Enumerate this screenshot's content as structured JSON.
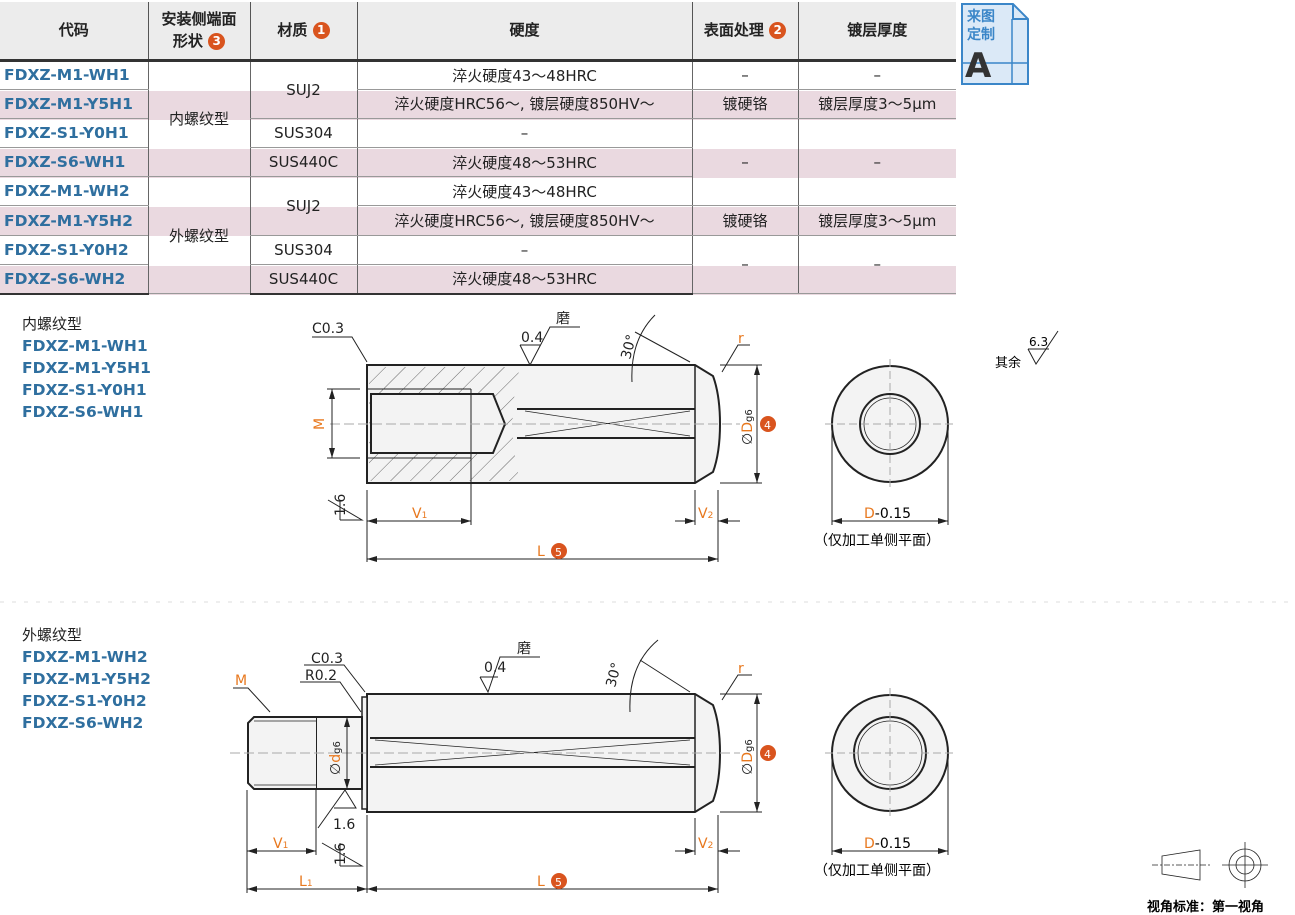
{
  "table": {
    "headers": {
      "code": "代码",
      "shape_line1": "安装侧端面",
      "shape_line2": "形状",
      "material": "材质",
      "hardness": "硬度",
      "surface": "表面处理",
      "thickness": "镀层厚度"
    },
    "header_badges": {
      "material": "1",
      "shape": "3",
      "surface": "2"
    },
    "rows": [
      {
        "code": "FDXZ-M1-WH1",
        "hardness": "淬火硬度43～48HRC"
      },
      {
        "code": "FDXZ-M1-Y5H1",
        "hardness": "淬火硬度HRC56～, 镀层硬度850HV～"
      },
      {
        "code": "FDXZ-S1-Y0H1",
        "hardness": "–"
      },
      {
        "code": "FDXZ-S6-WH1",
        "hardness": "淬火硬度48～53HRC"
      },
      {
        "code": "FDXZ-M1-WH2",
        "hardness": "淬火硬度43～48HRC"
      },
      {
        "code": "FDXZ-M1-Y5H2",
        "hardness": "淬火硬度HRC56～, 镀层硬度850HV～"
      },
      {
        "code": "FDXZ-S1-Y0H2",
        "hardness": "–"
      },
      {
        "code": "FDXZ-S6-WH2",
        "hardness": "淬火硬度48～53HRC"
      }
    ],
    "shape_internal": "内螺纹型",
    "shape_external": "外螺纹型",
    "mat_suj2": "SUJ2",
    "mat_sus304": "SUS304",
    "mat_sus440c": "SUS440C",
    "dash": "–",
    "chrome": "镀硬铬",
    "thick": "镀层厚度3～5μm"
  },
  "badge": {
    "line1": "来图",
    "line2": "定制",
    "letter": "A"
  },
  "section1": {
    "title": "内螺纹型",
    "codes": [
      "FDXZ-M1-WH1",
      "FDXZ-M1-Y5H1",
      "FDXZ-S1-Y0H1",
      "FDXZ-S6-WH1"
    ]
  },
  "section2": {
    "title": "外螺纹型",
    "codes": [
      "FDXZ-M1-WH2",
      "FDXZ-M1-Y5H2",
      "FDXZ-S1-Y0H2",
      "FDXZ-S6-WH2"
    ]
  },
  "drawing": {
    "c03": "C0.3",
    "r02": "R0.2",
    "rough04": "0.4",
    "grind": "磨",
    "angle": "30°",
    "r": "r",
    "M": "M",
    "dia": "∅",
    "D": "D",
    "g6": "g6",
    "d": "d",
    "V1": "V",
    "V2": "V",
    "sub1": "1",
    "sub2": "2",
    "L": "L",
    "L1": "L",
    "rough16": "1.6",
    "tol": "-0.15",
    "note": "（仅加工单侧平面）",
    "n4": "4",
    "n5": "5"
  },
  "rest": {
    "label": "其余",
    "value": "6.3"
  },
  "projection": "视角标准：第一视角"
}
